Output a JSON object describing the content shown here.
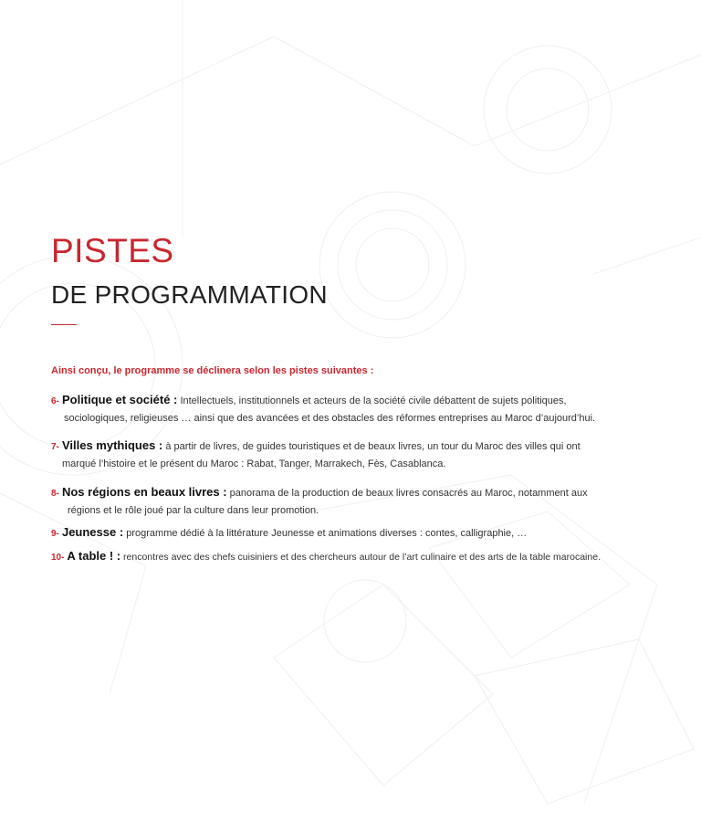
{
  "heading": {
    "title_main": "PISTES",
    "title_sub": "DE PROGRAMMATION"
  },
  "intro": "Ainsi conçu, le programme se déclinera selon les pistes suivantes :",
  "items": [
    {
      "number": "6-",
      "heading": "Politique et société :",
      "text_line1": "Intellectuels, institutionnels et acteurs de la société civile débattent de sujets politiques,",
      "text_line2": "sociologiques, religieuses … ainsi que des avancées et des obstacles des réformes entreprises au Maroc d’aujourd’hui."
    },
    {
      "number": "7-",
      "heading": "Villes mythiques :",
      "text_line1": "à partir de livres, de guides touristiques et de beaux livres, un tour du Maroc des villes qui ont",
      "text_line2": "marqué l’histoire et le présent du Maroc : Rabat, Tanger, Marrakech, Fès, Casablanca."
    },
    {
      "number": "8-",
      "heading": "Nos régions en beaux livres :",
      "text_line1": "panorama de la production de beaux livres consacrés au Maroc, notamment aux",
      "text_line2": "régions et le rôle joué par la culture dans leur promotion."
    },
    {
      "number": "9-",
      "heading": "Jeunesse :",
      "text_line1": "programme dédié à la littérature Jeunesse et animations diverses : contes, calligraphie, …"
    },
    {
      "number": "10-",
      "heading": "A table ! :",
      "text_line1": "rencontres avec des chefs cuisiniers et des chercheurs autour de l’art culinaire et des arts de la table marocaine."
    }
  ],
  "colors": {
    "accent": "#c9262f",
    "text": "#333333",
    "background": "#ffffff"
  }
}
